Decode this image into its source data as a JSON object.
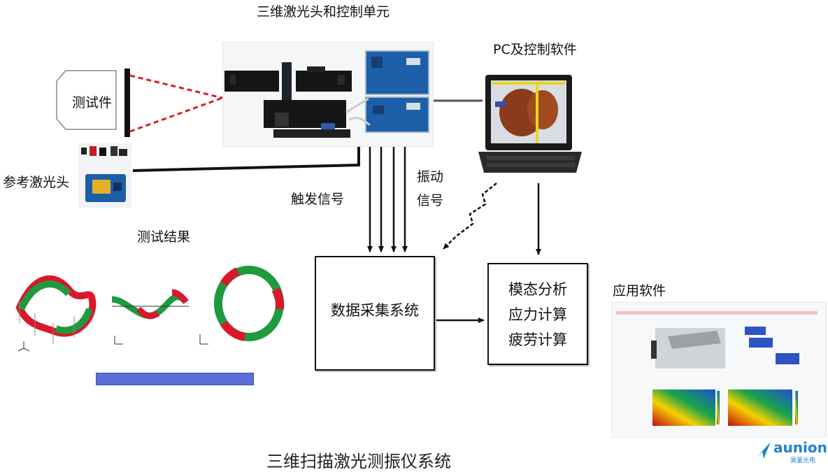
{
  "labels": {
    "laser_unit": "三维激光头和控制单元",
    "pc_software": "PC及控制软件",
    "test_piece": "测试件",
    "reference_head": "参考激光头",
    "trigger_signal": "触发信号",
    "vibration_signal_line1": "振动",
    "vibration_signal_line2": "信号",
    "test_results": "测试结果",
    "application_software": "应用软件"
  },
  "boxes": {
    "acquisition": "数据采集系统",
    "analysis": [
      "模态分析",
      "应力计算",
      "疲劳计算"
    ]
  },
  "footer": {
    "title": "三维扫描激光测振仪系统"
  },
  "brand": {
    "name": "aunion",
    "sub": "昊量光电"
  },
  "colors": {
    "text": "#111111",
    "beam": "#e01b1b",
    "ring_green": "#1f9a3f",
    "ring_red": "#d9182b",
    "brand_blue": "#1f84c9",
    "device_blue": "#1d5fa8"
  }
}
